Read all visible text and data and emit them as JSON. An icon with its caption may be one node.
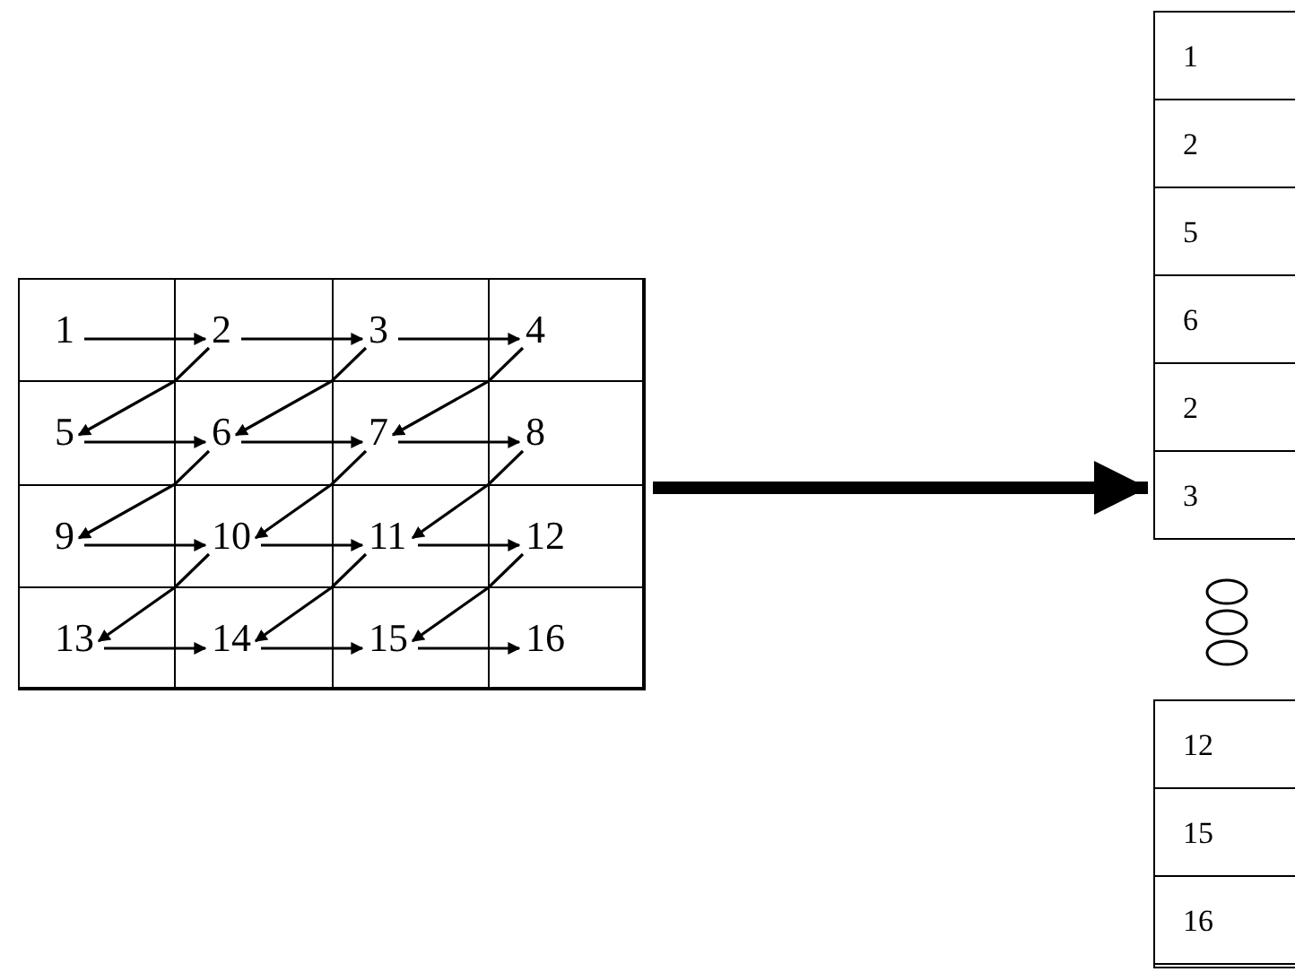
{
  "diagram": {
    "nodes": [
      {
        "text": [],
        "shape": "box"
      },
      {
        "text": [
          "1"
        ],
        "in": 0
      },
      {
        "text": [
          "2"
        ],
        "in": 0
      },
      {
        "text": [
          "3"
        ],
        "in": 0
      },
      {
        "text": [
          "4"
        ],
        "in": 0
      },
      {
        "text": [
          "5"
        ],
        "in": 0
      },
      {
        "text": [
          "6"
        ],
        "in": 0
      },
      {
        "text": [
          "7"
        ],
        "in": 0
      },
      {
        "text": [
          "8"
        ],
        "in": 0
      },
      {
        "text": [
          "9"
        ],
        "in": 0
      },
      {
        "text": [
          "10"
        ],
        "in": 0
      },
      {
        "text": [
          "11"
        ],
        "in": 0
      },
      {
        "text": [
          "12"
        ],
        "in": 0
      },
      {
        "text": [
          "13"
        ],
        "in": 0
      },
      {
        "text": [
          "14"
        ],
        "in": 0
      },
      {
        "text": [
          "15"
        ],
        "in": 0
      },
      {
        "text": [
          "16"
        ],
        "in": 0
      },
      {
        "text": [],
        "shape": "box"
      },
      {
        "text": [
          "1"
        ],
        "in": 17
      },
      {
        "text": [
          "2"
        ],
        "in": 17
      },
      {
        "text": [
          "5"
        ],
        "in": 17
      },
      {
        "text": [
          "6"
        ],
        "in": 17
      },
      {
        "text": [
          "2"
        ],
        "in": 17
      },
      {
        "text": [
          "3"
        ],
        "in": 17
      },
      {
        "text": [],
        "shape": "box"
      },
      {
        "text": [
          "12"
        ],
        "in": 24
      },
      {
        "text": [
          "15"
        ],
        "in": 24
      },
      {
        "text": [
          "16"
        ],
        "in": 24
      }
    ],
    "edges": [
      {
        "from": 1,
        "to": 2,
        "arrow": "to"
      },
      {
        "from": 2,
        "to": 3,
        "arrow": "to"
      },
      {
        "from": 3,
        "to": 4,
        "arrow": "to"
      },
      {
        "from": 2,
        "to": 5,
        "arrow": "to"
      },
      {
        "from": 3,
        "to": 6,
        "arrow": "to"
      },
      {
        "from": 4,
        "to": 7,
        "arrow": "to"
      },
      {
        "from": 5,
        "to": 6,
        "arrow": "to"
      },
      {
        "from": 6,
        "to": 7,
        "arrow": "to"
      },
      {
        "from": 7,
        "to": 8,
        "arrow": "to"
      },
      {
        "from": 6,
        "to": 9,
        "arrow": "to"
      },
      {
        "from": 7,
        "to": 10,
        "arrow": "to"
      },
      {
        "from": 8,
        "to": 11,
        "arrow": "to"
      },
      {
        "from": 9,
        "to": 10,
        "arrow": "to"
      },
      {
        "from": 10,
        "to": 11,
        "arrow": "to"
      },
      {
        "from": 11,
        "to": 12,
        "arrow": "to"
      },
      {
        "from": 10,
        "to": 13,
        "arrow": "to"
      },
      {
        "from": 11,
        "to": 14,
        "arrow": "to"
      },
      {
        "from": 12,
        "to": 15,
        "arrow": "to"
      },
      {
        "from": 13,
        "to": 14,
        "arrow": "to"
      },
      {
        "from": 14,
        "to": 15,
        "arrow": "to"
      },
      {
        "from": 15,
        "to": 16,
        "arrow": "to"
      },
      {
        "from": 0,
        "to": 17,
        "arrow": "to",
        "style": "thick"
      }
    ]
  }
}
